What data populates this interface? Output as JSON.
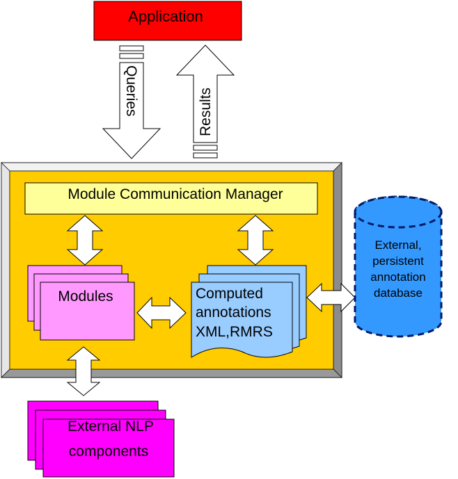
{
  "application": {
    "label": "Application"
  },
  "arrows": {
    "queries": "Queries",
    "results": "Results"
  },
  "manager": {
    "label": "Module Communication Manager"
  },
  "modules": {
    "label": "Modules"
  },
  "annotations": {
    "line1": "Computed",
    "line2": "annotations",
    "line3": "XML,RMRS"
  },
  "database": {
    "line1": "External,",
    "line2": "persistent",
    "line3": "annotation",
    "line4": "database"
  },
  "nlp": {
    "line1": "External NLP",
    "line2": "components"
  },
  "colors": {
    "application": "#ff0000",
    "frame_gold": "#ffcc00",
    "frame_gray": "#b3b3b3",
    "manager_box": "#ffff99",
    "modules": "#ff99ff",
    "annotations": "#99ccff",
    "database": "#3399ff",
    "nlp": "#ff00ff"
  }
}
